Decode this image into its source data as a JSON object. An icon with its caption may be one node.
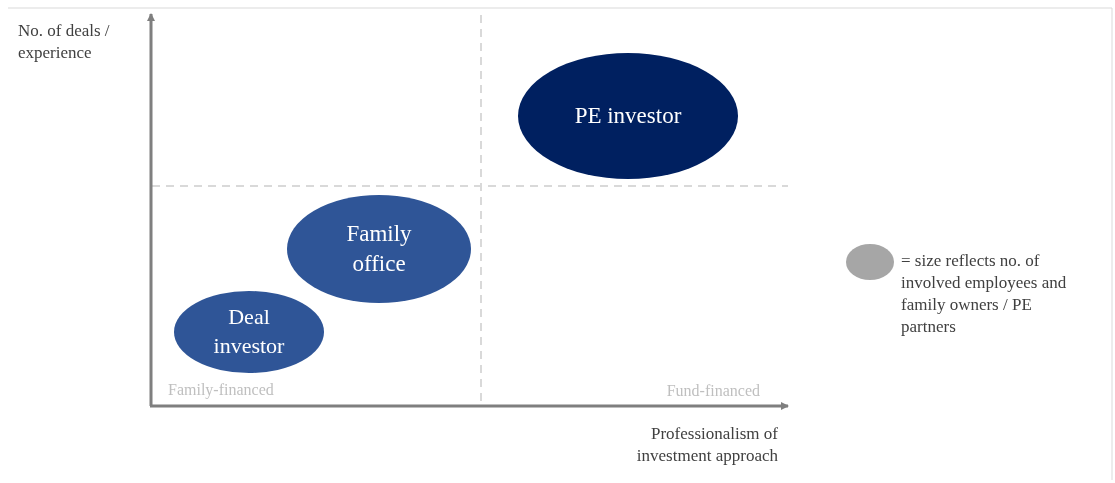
{
  "diagram": {
    "nodes": [
      {
        "text": [
          "PE investor"
        ]
      },
      {
        "text": [
          "Family office"
        ]
      },
      {
        "text": [
          "Deal investor"
        ]
      }
    ],
    "edges": [],
    "labels": [
      "No. of deals / experience",
      "Family-financed",
      "Fund-financed",
      "Professionalism of investment approach"
    ],
    "legend": [
      {
        "text": "= size reflects no. of involved employees and family owners / PE partners",
        "color": "#a6a6a6"
      }
    ]
  }
}
